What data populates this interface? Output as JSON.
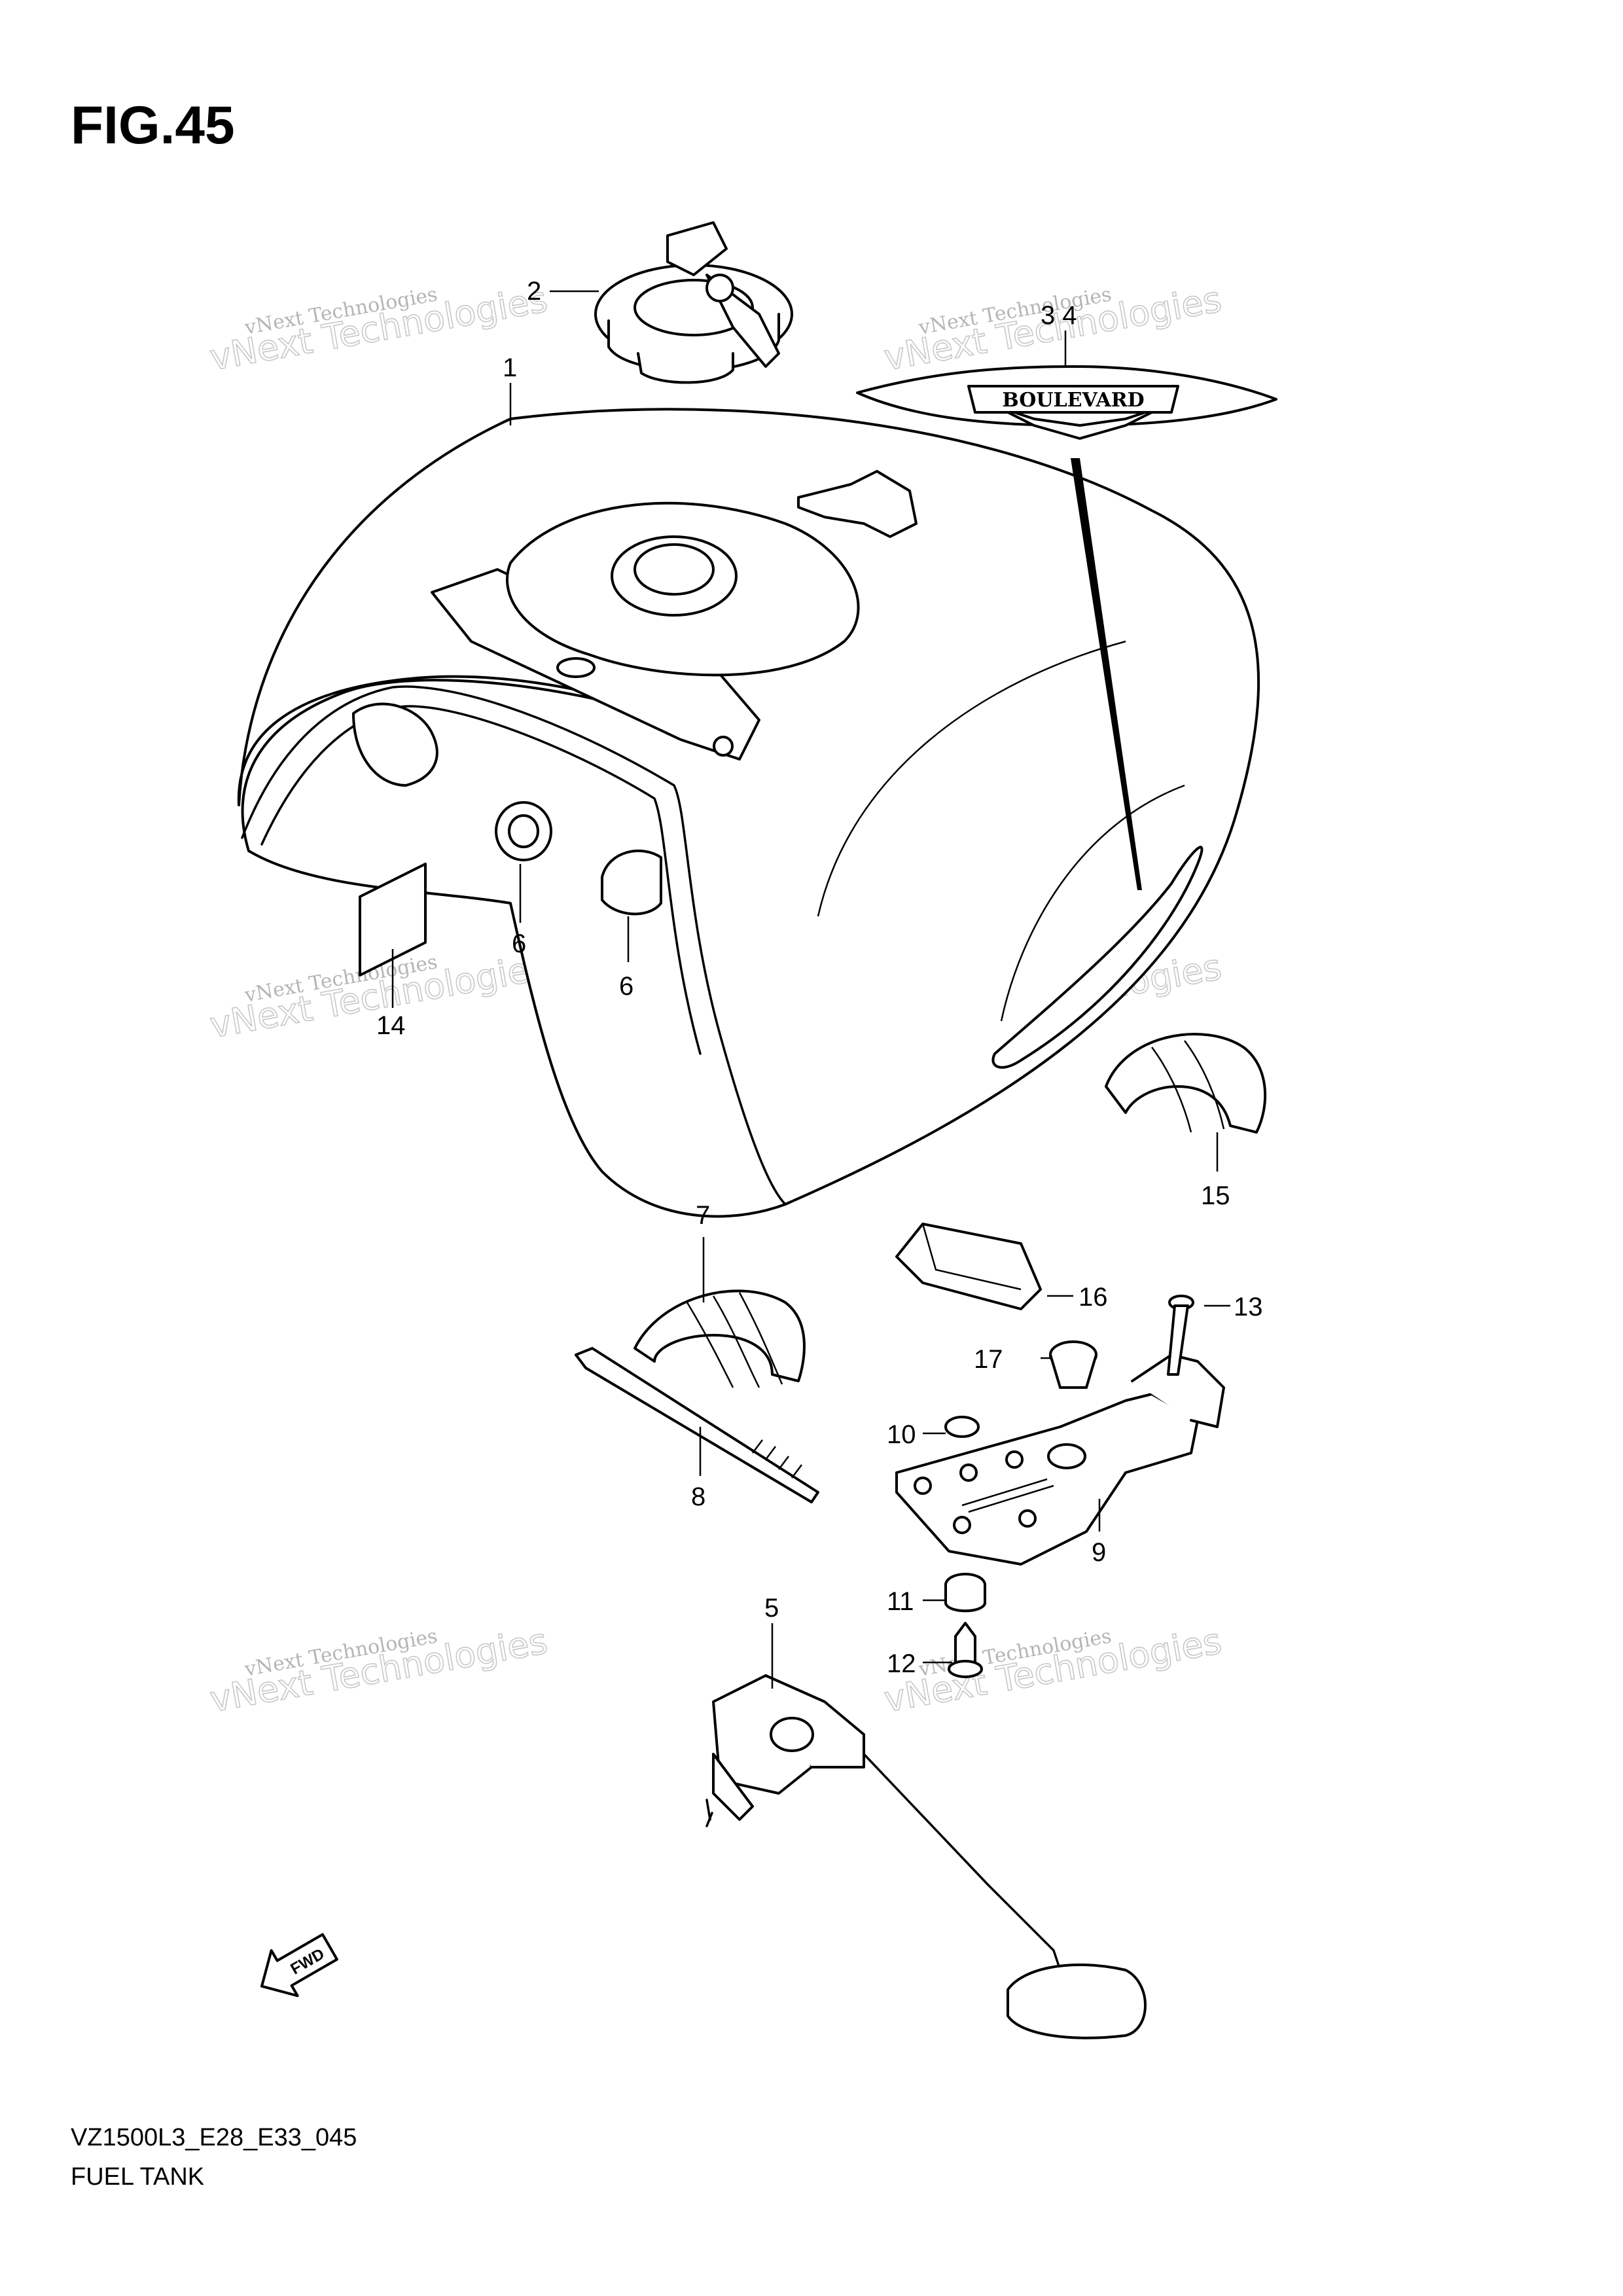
{
  "figure": {
    "title": "FIG.45",
    "model_code": "VZ1500L3_E28_E33_045",
    "group_name": "FUEL TANK"
  },
  "callouts": [
    {
      "id": "c1",
      "label": "1"
    },
    {
      "id": "c2",
      "label": "2"
    },
    {
      "id": "c34",
      "label": "3 4"
    },
    {
      "id": "c5",
      "label": "5"
    },
    {
      "id": "c6a",
      "label": "6"
    },
    {
      "id": "c6b",
      "label": "6"
    },
    {
      "id": "c7",
      "label": "7"
    },
    {
      "id": "c8",
      "label": "8"
    },
    {
      "id": "c9",
      "label": "9"
    },
    {
      "id": "c10",
      "label": "10"
    },
    {
      "id": "c11",
      "label": "11"
    },
    {
      "id": "c12",
      "label": "12"
    },
    {
      "id": "c13",
      "label": "13"
    },
    {
      "id": "c14",
      "label": "14"
    },
    {
      "id": "c15",
      "label": "15"
    },
    {
      "id": "c16",
      "label": "16"
    },
    {
      "id": "c17",
      "label": "17"
    }
  ],
  "emblem_text": "BOULEVARD",
  "direction_marker": "FWD",
  "watermark": {
    "line1": "vNext Technologies",
    "line2": "vNext Technologies"
  },
  "colors": {
    "ink": "#000000",
    "watermark": "#c8c8c8",
    "background": "#ffffff"
  }
}
